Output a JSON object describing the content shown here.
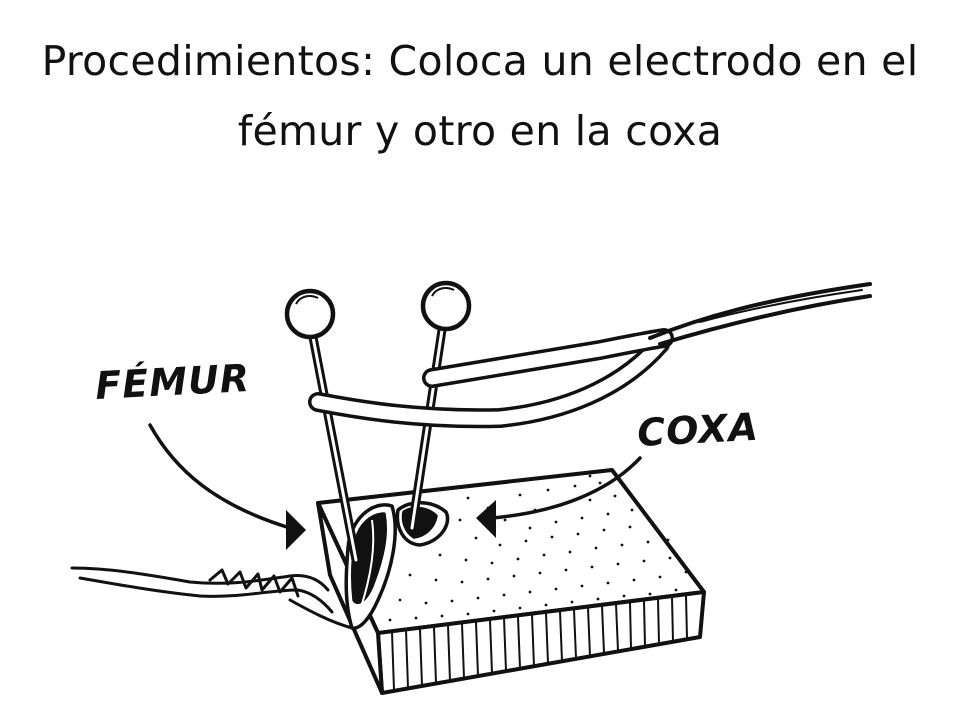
{
  "slide": {
    "title": "Procedimientos: Coloca un electrodo en el fémur y otro en la coxa"
  },
  "diagram": {
    "labels": {
      "femur": "FÉMUR",
      "coxa": "COXA"
    },
    "ink_color": "#111111",
    "background_color": "#ffffff"
  }
}
